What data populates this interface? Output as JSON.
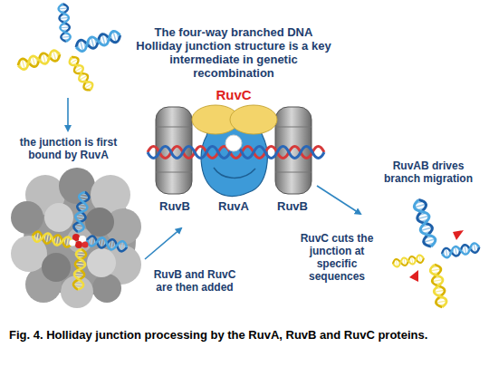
{
  "diagram": {
    "caption": "Fig. 4. Holliday junction processing by the RuvA, RuvB and RuvC proteins.",
    "labels": [
      "The four-way branched DNA Holliday junction structure is a key intermediate in genetic recombination",
      "the junction is first bound by RuvA",
      "RuvC",
      "RuvB",
      "RuvA",
      "RuvB",
      "RuvB and RuvC are then added",
      "RuvAB drives branch migration",
      "RuvC cuts the junction at specific sequences"
    ]
  }
}
